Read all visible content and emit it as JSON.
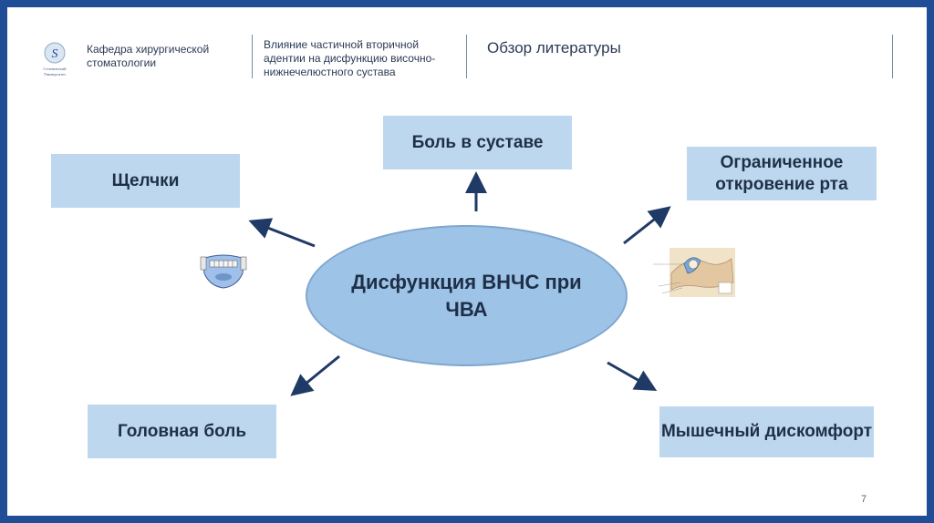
{
  "header": {
    "department": "Кафедра хирургической стоматологии",
    "topic": "Влияние частичной вторичной адентии на дисфункцию височно-нижнечелюстного сустава",
    "section": "Обзор литературы"
  },
  "logo": {
    "letter": "S",
    "caption_1": "Сеченовский",
    "caption_2": "Университет"
  },
  "diagram": {
    "center": "Дисфункция ВНЧС при ЧВА",
    "nodes": {
      "top": "Боль в суставе",
      "top_left": "Щелчки",
      "top_right": "Ограниченное откровение рта",
      "bottom_left": "Головная боль",
      "bottom_right": "Мышечный дискомфорт"
    }
  },
  "colors": {
    "frame": "#1f4e96",
    "box": "#bdd7ee",
    "ellipse": "#9dc3e6",
    "arrow": "#1f3a66"
  },
  "page_number": "7"
}
